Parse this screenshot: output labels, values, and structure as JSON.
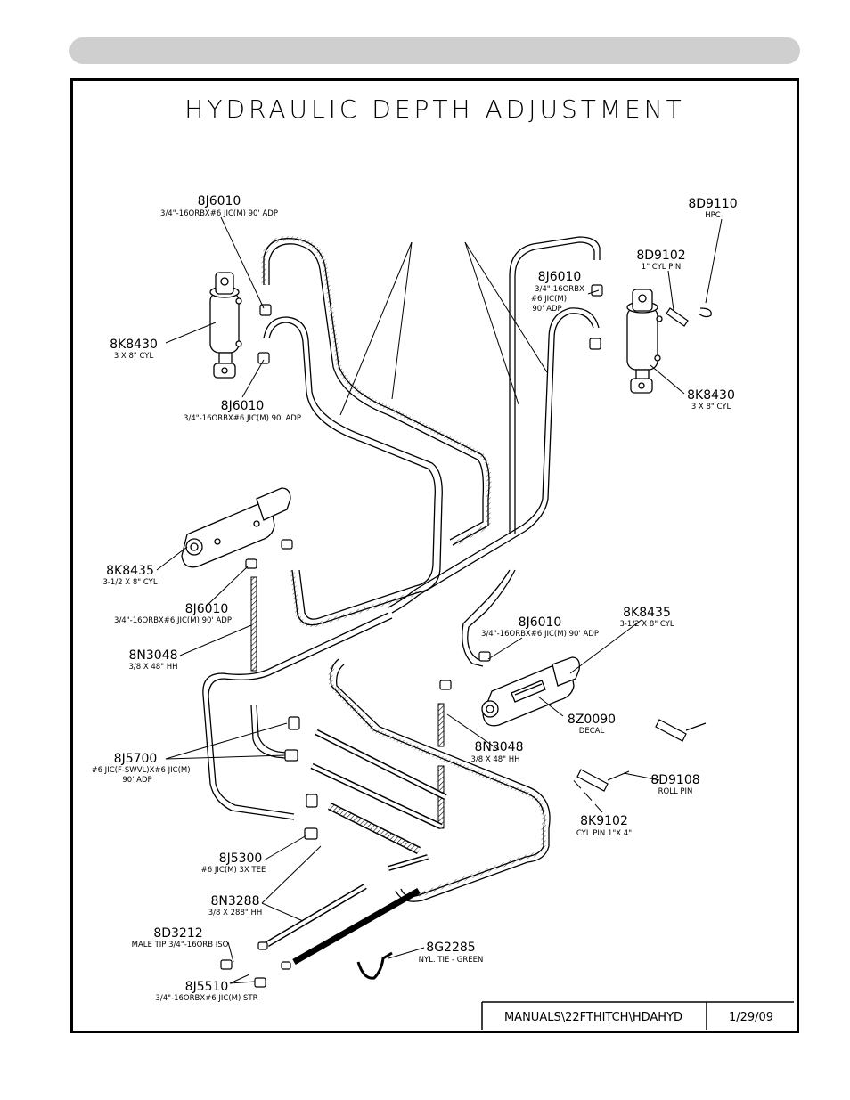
{
  "title": "HYDRAULIC  DEPTH  ADJUSTMENT",
  "title_block": {
    "path": "MANUALS\\22FTHITCH\\HDAHYD",
    "date": "1/29/09"
  },
  "callouts": [
    {
      "part": "8J6010",
      "desc": "3/4\"-16ORBX#6 JIC(M) 90' ADP"
    },
    {
      "part": "8K8430",
      "desc": "3 X 8\" CYL"
    },
    {
      "part": "8J6010",
      "desc": "3/4\"-16ORBX#6 JIC(M) 90' ADP"
    },
    {
      "part": "8D9110",
      "desc": "HPC"
    },
    {
      "part": "8D9102",
      "desc": "1\" CYL PIN"
    },
    {
      "part": "8J6010",
      "desc1": "3/4\"-16ORBX",
      "desc2": "#6 JIC(M)",
      "desc3": "90' ADP"
    },
    {
      "part": "8K8430",
      "desc": "3 X 8\" CYL"
    },
    {
      "part": "8K8435",
      "desc": "3-1/2 X 8\" CYL"
    },
    {
      "part": "8J6010",
      "desc": "3/4\"-16ORBX#6 JIC(M) 90' ADP"
    },
    {
      "part": "8N3048",
      "desc": "3/8 X 48\" HH"
    },
    {
      "part": "8J6010",
      "desc": "3/4\"-16ORBX#6 JIC(M) 90' ADP"
    },
    {
      "part": "8K8435",
      "desc": "3-1/2 X 8\" CYL"
    },
    {
      "part": "8Z0090",
      "desc": "DECAL"
    },
    {
      "part": "8N3048",
      "desc": "3/8 X 48\" HH"
    },
    {
      "part": "8J5700",
      "desc1": "#6 JIC(F-SWVL)X#6 JIC(M)",
      "desc2": "90' ADP"
    },
    {
      "part": "8D9108",
      "desc": "ROLL PIN"
    },
    {
      "part": "8K9102",
      "desc": "CYL PIN 1\"X 4\""
    },
    {
      "part": "8J5300",
      "desc": "#6 JIC(M) 3X TEE"
    },
    {
      "part": "8N3288",
      "desc": "3/8 X 288\" HH"
    },
    {
      "part": "8D3212",
      "desc": "MALE TIP 3/4\"-16ORB ISO"
    },
    {
      "part": "8G2285",
      "desc": "NYL. TIE - GREEN"
    },
    {
      "part": "8J5510",
      "desc": "3/4\"-16ORBX#6 JIC(M) STR"
    }
  ]
}
